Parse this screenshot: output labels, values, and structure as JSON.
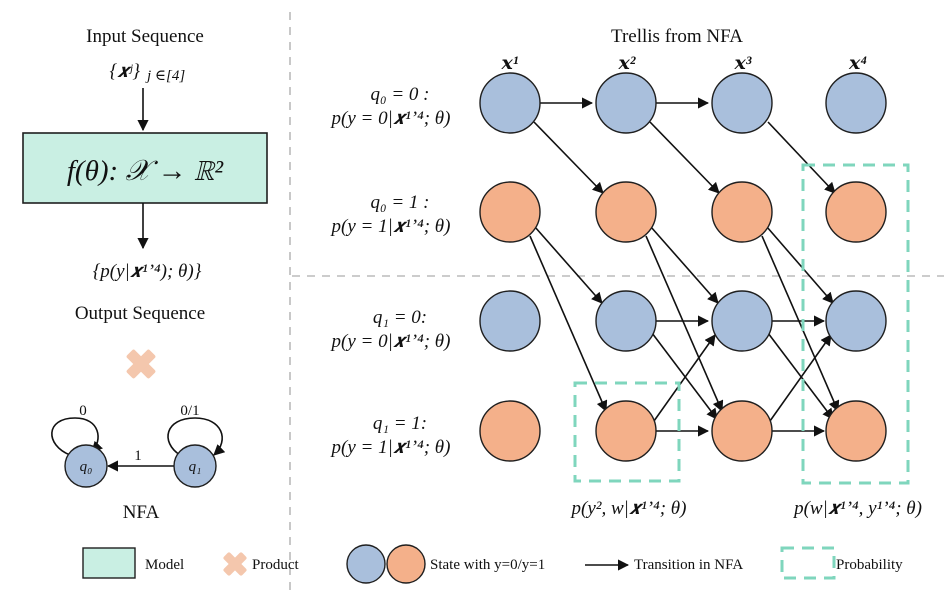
{
  "left": {
    "input_title": "Input Sequence",
    "input_set": "{𝒙ʲ}",
    "input_sub": "j ∈[4]",
    "model_text": "f(θ): 𝒳 → ℝ²",
    "output_formula": "{p(y|𝒙¹ʼ⁴); θ)}",
    "output_title": "Output Sequence",
    "nfa_label": "NFA",
    "nfa_loop_q0": "0",
    "nfa_loop_q1": "0/1",
    "nfa_edge": "1",
    "nfa_q0": "q₀",
    "nfa_q1": "q₁"
  },
  "trellis": {
    "title": "Trellis from NFA",
    "columns": [
      "𝒙¹",
      "𝒙²",
      "𝒙³",
      "𝒙⁴"
    ],
    "rows": [
      {
        "state": "q₀ = 0 :",
        "prob": "p(y = 0|𝒙¹ʼ⁴; θ)"
      },
      {
        "state": "q₀ = 1 :",
        "prob": "p(y = 1|𝒙¹ʼ⁴; θ)"
      },
      {
        "state": "q₁ = 0:",
        "prob": "p(y = 0|𝒙¹ʼ⁴; θ)"
      },
      {
        "state": "q₁ = 1:",
        "prob": "p(y = 1|𝒙¹ʼ⁴; θ)"
      }
    ],
    "prob_label_mid": "p(y², w|𝒙¹ʼ⁴; θ)",
    "prob_label_right": "p(w|𝒙¹ʼ⁴, y¹ʼ⁴; θ)"
  },
  "legend": {
    "model": "Model",
    "product": "Product",
    "state": "State with y=0/y=1",
    "transition": "Transition in NFA",
    "probability": "Probability"
  },
  "colors": {
    "blue": "#a9bfdc",
    "orange": "#f4b08a",
    "model_fill": "#c9efe3",
    "dash": "#7fd6bd",
    "product": "#f4c7ad"
  }
}
